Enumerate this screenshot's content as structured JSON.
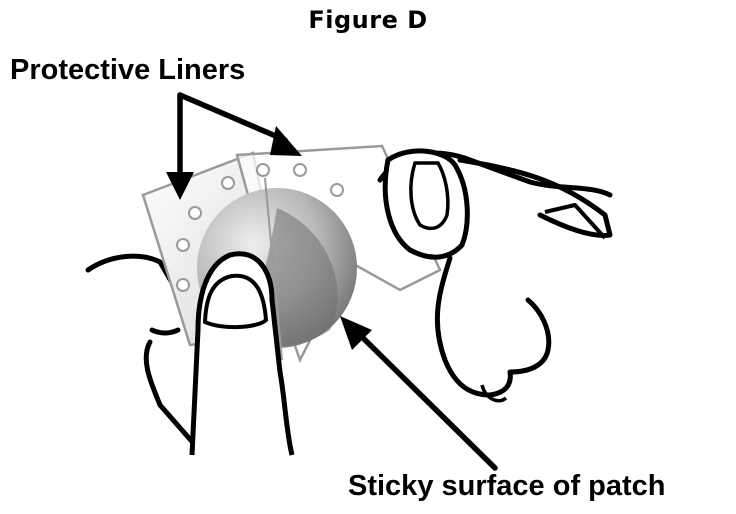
{
  "figure": {
    "title": "Figure D"
  },
  "labels": {
    "protective_liners": "Protective Liners",
    "sticky_surface": "Sticky surface of patch"
  },
  "colors": {
    "line": "#000000",
    "liner_outline": "#9a9a9a",
    "patch_dark": "#7f7f7f",
    "patch_light": "#e6e6e6"
  }
}
